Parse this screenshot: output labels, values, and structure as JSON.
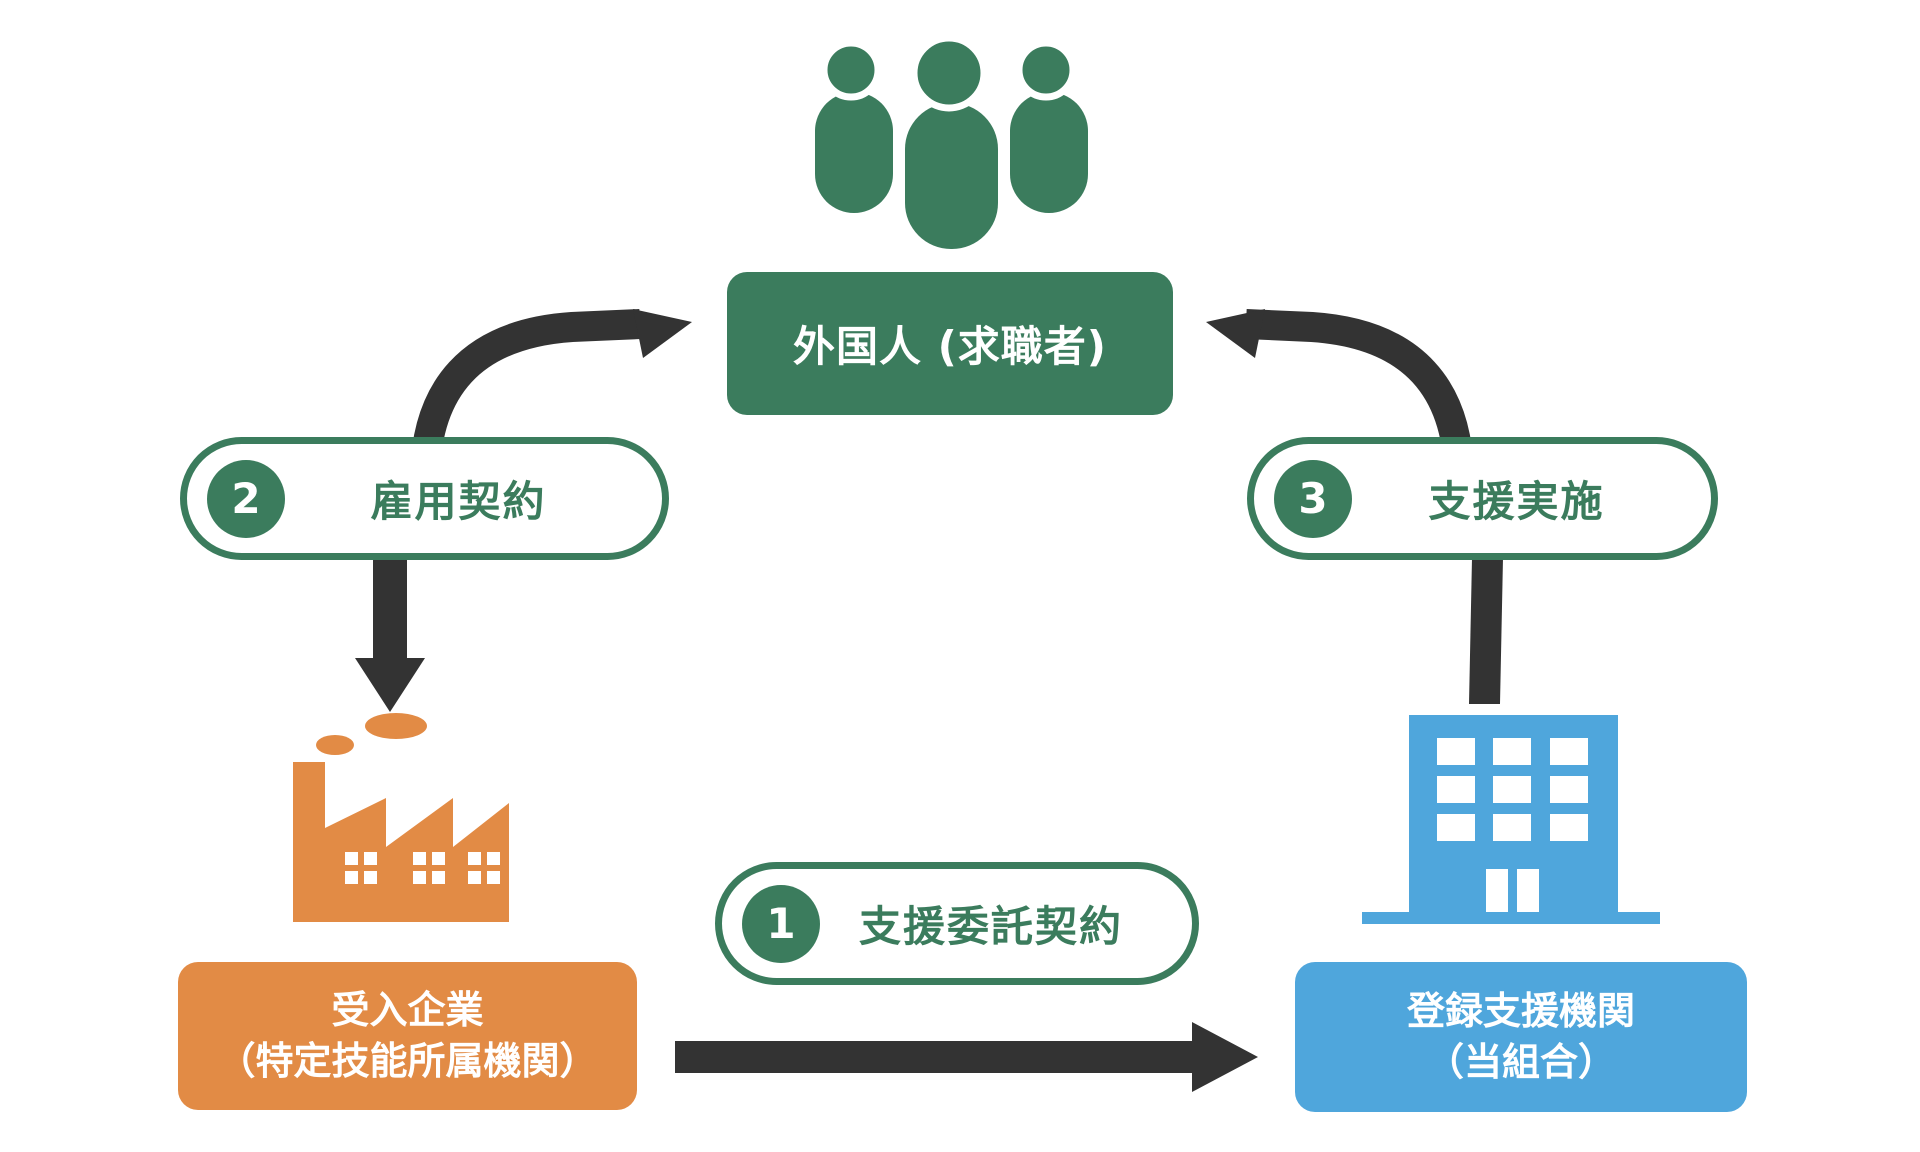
{
  "colors": {
    "green": "#3B7C5D",
    "orange": "#E28B45",
    "blue": "#4FA6DC",
    "arrow": "#333333",
    "pill_bg": "#FFFFFF",
    "bg": "#FFFFFF"
  },
  "nodes": {
    "foreigner": {
      "label": "外国人 (求職者)",
      "icon": "people-icon"
    },
    "company": {
      "line1": "受入企業",
      "line2": "（特定技能所属機関）",
      "icon": "factory-icon"
    },
    "support_org": {
      "line1": "登録支援機関",
      "line2": "（当組合）",
      "icon": "building-icon"
    }
  },
  "steps": [
    {
      "number": "1",
      "label": "支援委託契約"
    },
    {
      "number": "2",
      "label": "雇用契約"
    },
    {
      "number": "3",
      "label": "支援実施"
    }
  ]
}
